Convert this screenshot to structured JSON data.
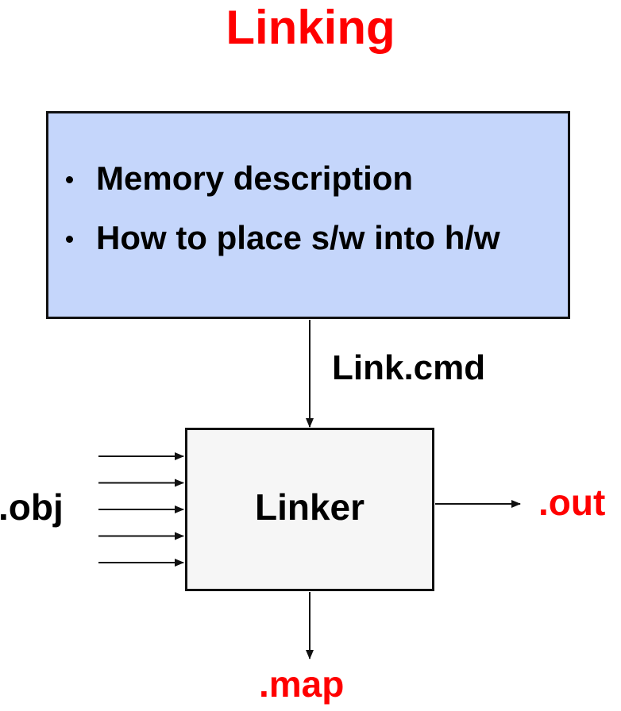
{
  "title": "Linking",
  "spec_box": {
    "bullets": [
      "Memory description",
      "How to place s/w into h/w"
    ]
  },
  "link_file_label": "Link.cmd",
  "linker": {
    "label": "Linker"
  },
  "inputs": {
    "label": ".obj",
    "arrow_count": 5
  },
  "outputs": {
    "out_label": ".out",
    "map_label": ".map"
  },
  "colors": {
    "title": "#ff0000",
    "spec_box_fill": "#c5d6fb",
    "linker_fill": "#f6f6f6",
    "output_text": "#ff0000",
    "text": "#000000",
    "stroke": "#111111"
  }
}
